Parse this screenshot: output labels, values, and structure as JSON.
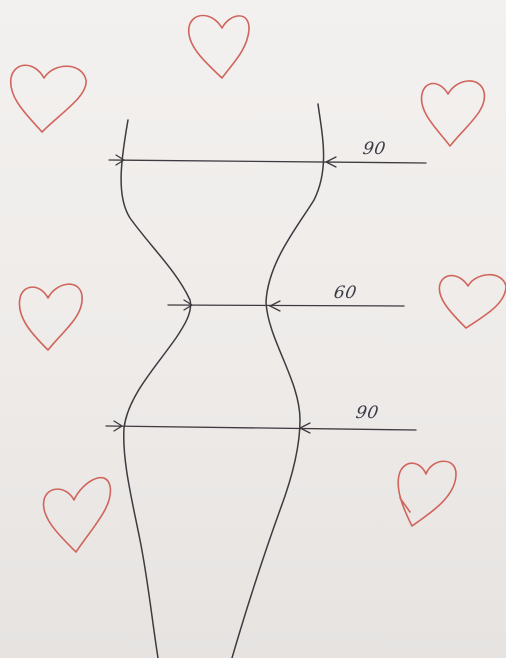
{
  "measurements": {
    "bust": "90",
    "waist": "60",
    "hips": "90"
  },
  "colors": {
    "paper": "#eeeceb",
    "ink": "#3d3a40",
    "heart": "#d0655c"
  }
}
